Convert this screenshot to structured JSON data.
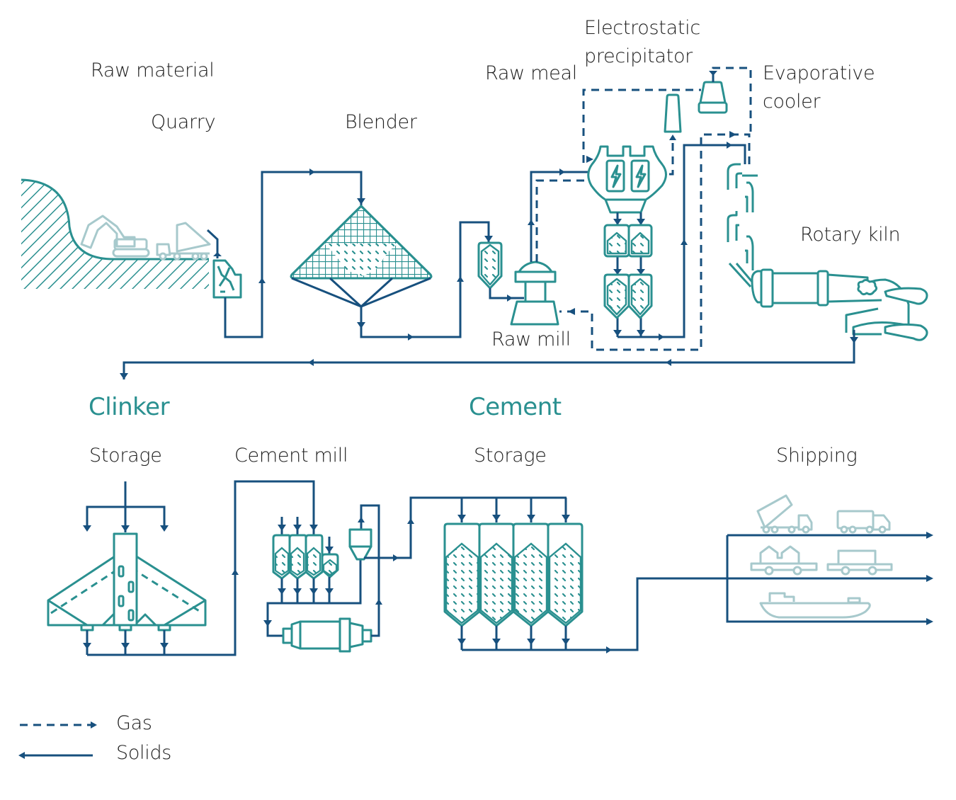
{
  "colors": {
    "solids_line": "#17507e",
    "equipment": "#2a9090",
    "vehicles": "#a7c9cc",
    "section_heading": "#2a9090",
    "label_text": "#1f1f1f"
  },
  "sections": {
    "raw_material": "Raw material",
    "clinker": "Clinker",
    "cement": "Cement"
  },
  "labels": {
    "quarry": "Quarry",
    "blender": "Blender",
    "raw_meal": "Raw meal",
    "esp_line1": "Electrostatic",
    "esp_line2": "precipitator",
    "evap_line1": "Evaporative",
    "evap_line2": "cooler",
    "rotary_kiln": "Rotary kiln",
    "raw_mill": "Raw mill",
    "clinker_storage": "Storage",
    "cement_mill": "Cement mill",
    "cement_storage": "Storage",
    "shipping": "Shipping"
  },
  "legend": {
    "gas": {
      "label": "Gas",
      "style": "dashed",
      "icon": "dashed-arrow-right"
    },
    "solids": {
      "label": "Solids",
      "style": "solid",
      "icon": "solid-arrow-left"
    }
  },
  "icons": {
    "quarry_hill": "hatched-hill",
    "excavator": "excavator-icon",
    "dump_truck": "dump-truck-icon",
    "crusher": "crusher-icon",
    "blender": "blender-pyramid-icon",
    "raw_meal_silo": "silo-icon",
    "raw_mill": "vertical-mill-icon",
    "esp": "electrostatic-precipitator-icon",
    "preheater_silos": "silo-icon",
    "stack": "stack-icon",
    "evaporative_cooler": "cooler-icon",
    "preheater_tower": "cyclone-preheater-icon",
    "rotary_kiln": "rotary-kiln-icon",
    "clinker_storage": "clinker-dome-storage-icon",
    "additive_silos": "silo-icon",
    "separator": "cyclone-separator-icon",
    "ball_mill": "ball-mill-icon",
    "cement_silos": "silo-icon",
    "shipping_truck": "truck-icon",
    "shipping_tipper": "dump-truck-icon",
    "rail_wagon": "rail-wagon-icon",
    "ship": "ship-icon"
  }
}
